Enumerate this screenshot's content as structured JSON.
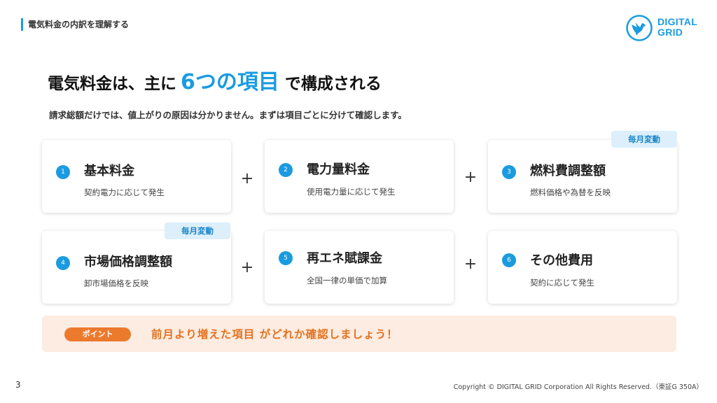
{
  "header": {
    "section_label": "電気料金の内訳を理解する"
  },
  "logo": {
    "line1": "DIGITAL",
    "line2": "GRID",
    "brand_color": "#1a9be0"
  },
  "headline": {
    "before": "電気料金は、主に",
    "accent": "6つの項目",
    "after": "で構成される"
  },
  "subtitle": "請求総額だけでは、値上がりの原因は分かりません。まずは項目ごとに分けて確認します。",
  "badge_label": "毎月変動",
  "plus_sign": "+",
  "cards": [
    {
      "num": "1",
      "title": "基本料金",
      "desc": "契約電力に応じて発生"
    },
    {
      "num": "2",
      "title": "電力量料金",
      "desc": "使用電力量に応じて発生"
    },
    {
      "num": "3",
      "title": "燃料費調整額",
      "desc": "燃料価格や為替を反映"
    },
    {
      "num": "4",
      "title": "市場価格調整額",
      "desc": "卸市場価格を反映"
    },
    {
      "num": "5",
      "title": "再エネ賦課金",
      "desc": "全国一律の単価で加算"
    },
    {
      "num": "6",
      "title": "その他費用",
      "desc": "契約に応じて発生"
    }
  ],
  "point": {
    "label": "ポイント",
    "text": "前月より増えた項目 がどれか確認しましょう！"
  },
  "footer": {
    "page": "3",
    "copyright": "Copyright © DIGITAL GRID Corporation All Rights Reserved.（東証G 350A）"
  },
  "colors": {
    "accent": "#1a9be0",
    "point_orange": "#ec7a2d",
    "point_bg": "#fcece1"
  }
}
